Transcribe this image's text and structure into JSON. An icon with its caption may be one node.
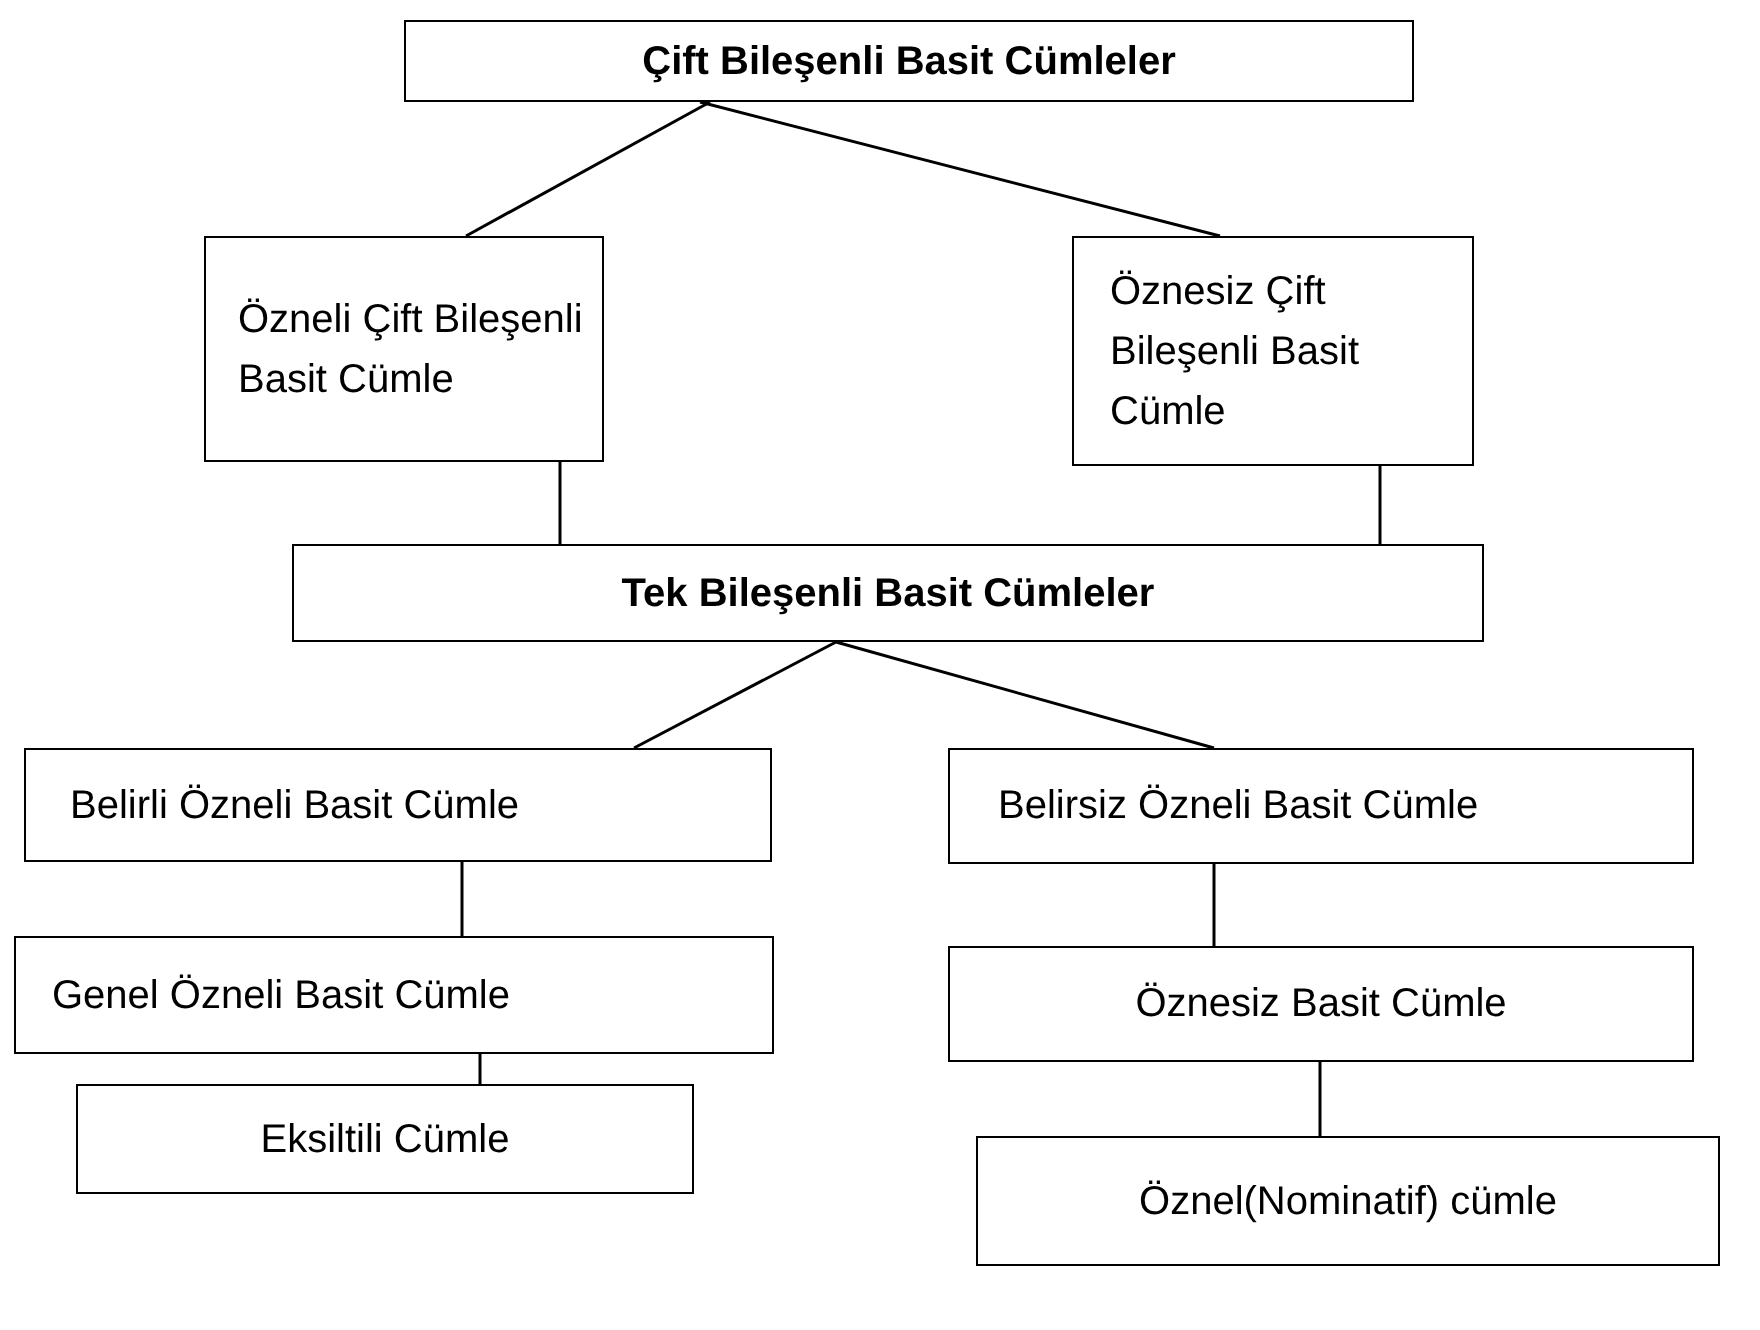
{
  "diagram": {
    "nodes": [
      {
        "text": [
          "Çift Bileşenli Basit Cümleler"
        ]
      },
      {
        "text": [
          "Özneli Çift Bileşenli Basit Cümle"
        ]
      },
      {
        "text": [
          "Öznesiz Çift Bileşenli Basit Cümle"
        ]
      },
      {
        "text": [
          "Tek Bileşenli Basit Cümleler"
        ]
      },
      {
        "text": [
          "Belirli Özneli Basit Cümle"
        ]
      },
      {
        "text": [
          "Belirsiz Özneli Basit Cümle"
        ]
      },
      {
        "text": [
          "Genel Özneli Basit Cümle"
        ]
      },
      {
        "text": [
          "Öznesiz Basit Cümle"
        ]
      },
      {
        "text": [
          "Eksiltili Cümle"
        ]
      },
      {
        "text": [
          "Öznel(Nominatif) cümle"
        ]
      }
    ],
    "edges": [
      {
        "from": 0,
        "to": 1,
        "arrow": "none"
      },
      {
        "from": 0,
        "to": 2,
        "arrow": "none"
      },
      {
        "from": 1,
        "to": 3,
        "arrow": "none"
      },
      {
        "from": 2,
        "to": 3,
        "arrow": "none"
      },
      {
        "from": 3,
        "to": 4,
        "arrow": "none"
      },
      {
        "from": 3,
        "to": 5,
        "arrow": "none"
      },
      {
        "from": 4,
        "to": 6,
        "arrow": "none"
      },
      {
        "from": 6,
        "to": 8,
        "arrow": "none"
      },
      {
        "from": 5,
        "to": 7,
        "arrow": "none"
      },
      {
        "from": 7,
        "to": 9,
        "arrow": "none"
      }
    ]
  }
}
